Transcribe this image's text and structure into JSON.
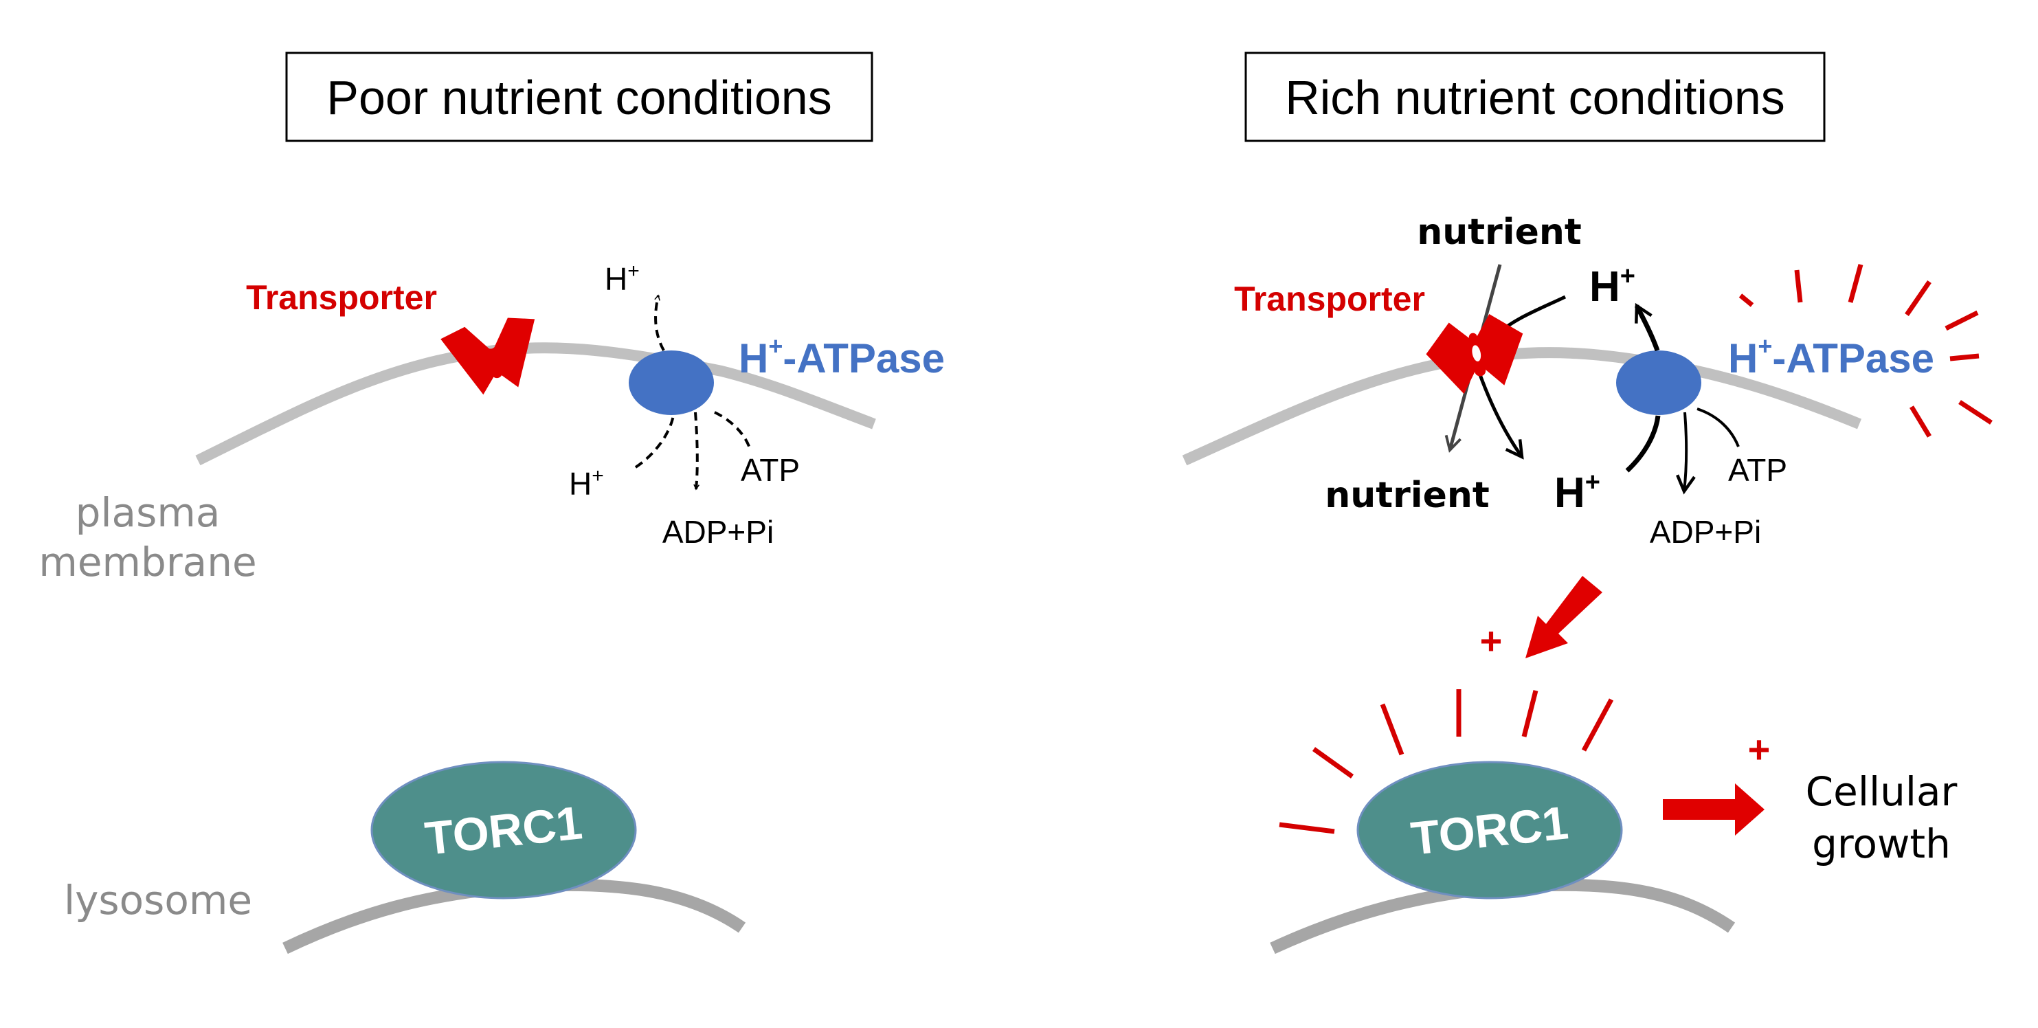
{
  "panels": {
    "left": {
      "title": "Poor nutrient conditions",
      "transporter_label": "Transporter",
      "atpase_label_main": "H",
      "atpase_label_sup": "+",
      "atpase_label_rest": "-ATPase",
      "h_out_main": "H",
      "h_out_sup": "+",
      "h_in_main": "H",
      "h_in_sup": "+",
      "atp": "ATP",
      "adp": "ADP+Pi",
      "membrane_label_1": "plasma",
      "membrane_label_2": "membrane",
      "lysosome_label": "lysosome",
      "torc1": "TORC1"
    },
    "right": {
      "title": "Rich nutrient conditions",
      "transporter_label": "Transporter",
      "atpase_label_main": "H",
      "atpase_label_sup": "+",
      "atpase_label_rest": "-ATPase",
      "nutrient_out": "nutrient",
      "nutrient_in": "nutrient",
      "h_out_main": "H",
      "h_out_sup": "+",
      "h_in_main": "H",
      "h_in_sup": "+",
      "atp": "ATP",
      "adp": "ADP+Pi",
      "plus_1": "+",
      "plus_2": "+",
      "torc1": "TORC1",
      "growth_1": "Cellular",
      "growth_2": "growth"
    }
  },
  "colors": {
    "membrane": "#c0c0c0",
    "lysosome": "#a6a6a6",
    "transporter": "#e00000",
    "atpase": "#4472c4",
    "torc1_fill": "#4e8f8b",
    "torc1_stroke": "#6f8fc0",
    "activation_red": "#d40000"
  }
}
